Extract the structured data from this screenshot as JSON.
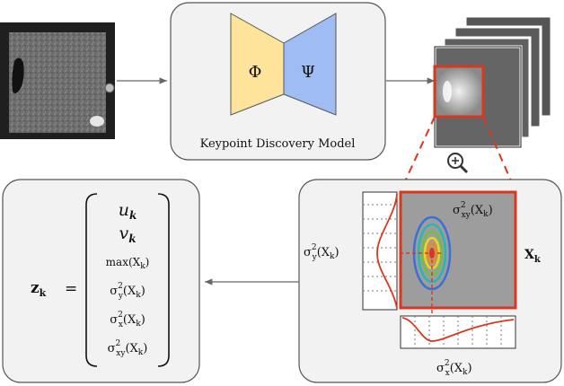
{
  "model": {
    "caption": "Keypoint Discovery Model",
    "encoder_symbol": "Φ",
    "decoder_symbol": "Ψ",
    "encoder_color": "#fde49a",
    "decoder_color": "#9fbdf2"
  },
  "input_image": {
    "label": ""
  },
  "zoom_icon": "magnifier-plus-icon",
  "detail": {
    "sigma_xy": {
      "prefix": "σ",
      "sup": "2",
      "sub": "xy",
      "arg": "(X",
      "argsub": "k",
      "close": ")"
    },
    "sigma_y": {
      "prefix": "σ",
      "sup": "2",
      "sub": "y",
      "arg": "(X",
      "argsub": "k",
      "close": ")"
    },
    "sigma_x": {
      "prefix": "σ",
      "sup": "2",
      "sub": "x",
      "arg": "(X",
      "argsub": "k",
      "close": ")"
    },
    "patch_label": {
      "main": "X",
      "sub": "k"
    },
    "accent_color": "#d9381e"
  },
  "feature_vector": {
    "lhs": {
      "main": "z",
      "sub": "k",
      "eq": "="
    },
    "rows": [
      {
        "main": "u",
        "sub": "k"
      },
      {
        "main": "v",
        "sub": "k"
      },
      {
        "main": "max(X",
        "sub": "k",
        "close": ")"
      },
      {
        "prefix": "σ",
        "sup": "2",
        "sub": "y",
        "arg": "(X",
        "argsub": "k",
        "close": ")"
      },
      {
        "prefix": "σ",
        "sup": "2",
        "sub": "x",
        "arg": "(X",
        "argsub": "k",
        "close": ")"
      },
      {
        "prefix": "σ",
        "sup": "2",
        "sub": "xy",
        "arg": "(X",
        "argsub": "k",
        "close": ")"
      }
    ]
  }
}
